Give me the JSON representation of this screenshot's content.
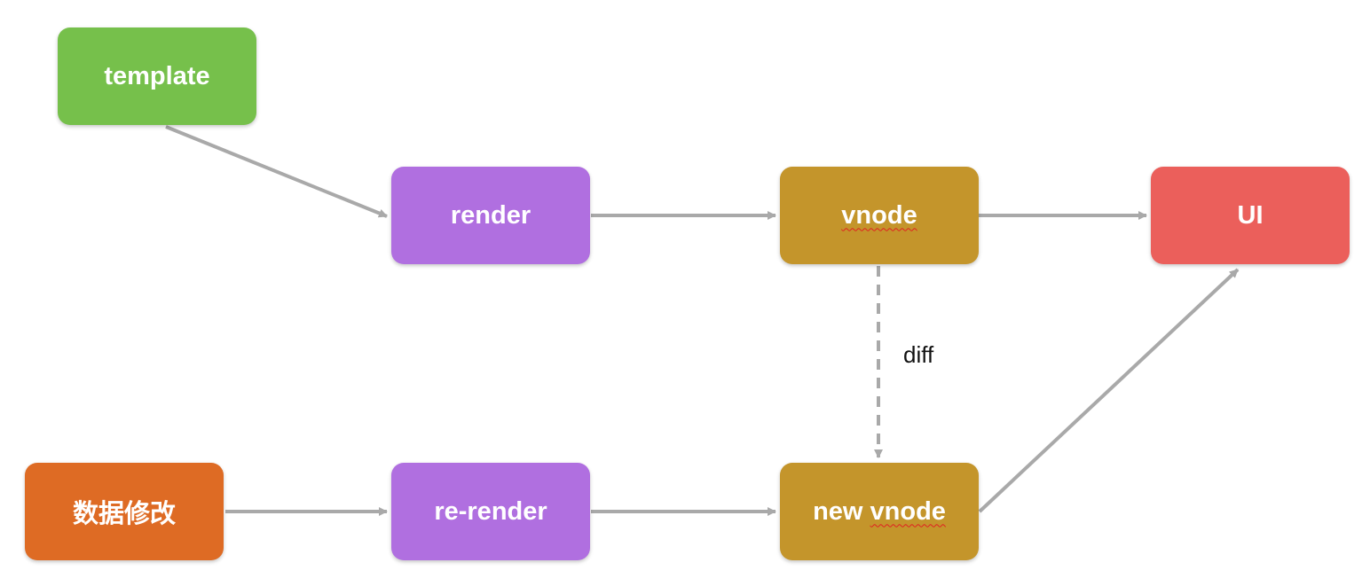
{
  "nodes": {
    "template": {
      "label": "template",
      "color": "#76c04b"
    },
    "render": {
      "label": "render",
      "color": "#b06fe0"
    },
    "vnode": {
      "label": "vnode",
      "color": "#c4952b"
    },
    "ui": {
      "label": "UI",
      "color": "#eb5f5b"
    },
    "data": {
      "label": "数据修改",
      "color": "#de6b24"
    },
    "rerender": {
      "label": "re-render",
      "color": "#b06fe0"
    },
    "new": {
      "label": "new",
      "color": "#c4952b"
    },
    "newvnode": {
      "label": "vnode"
    }
  },
  "edges": {
    "diff_label": "diff",
    "color": "#a9a9a9"
  }
}
